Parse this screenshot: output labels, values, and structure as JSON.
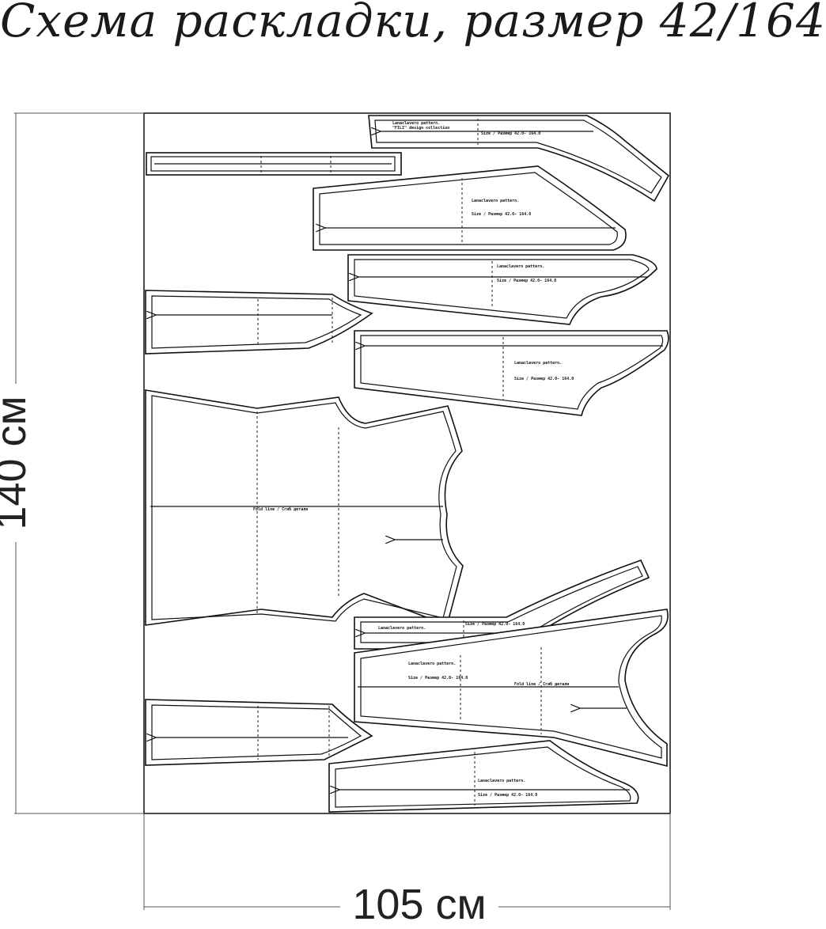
{
  "title": "Схема раскладки, размер 42/164",
  "dimensions": {
    "width_label": "105 см",
    "height_label": "140 см"
  },
  "piece_labels": {
    "brand": "Lanaclavero pattern.",
    "collection": "\"FILI\" design collection",
    "size": "Size / Размер   42.0- 164.0",
    "fold": "Fold line / Сгиб детали"
  }
}
